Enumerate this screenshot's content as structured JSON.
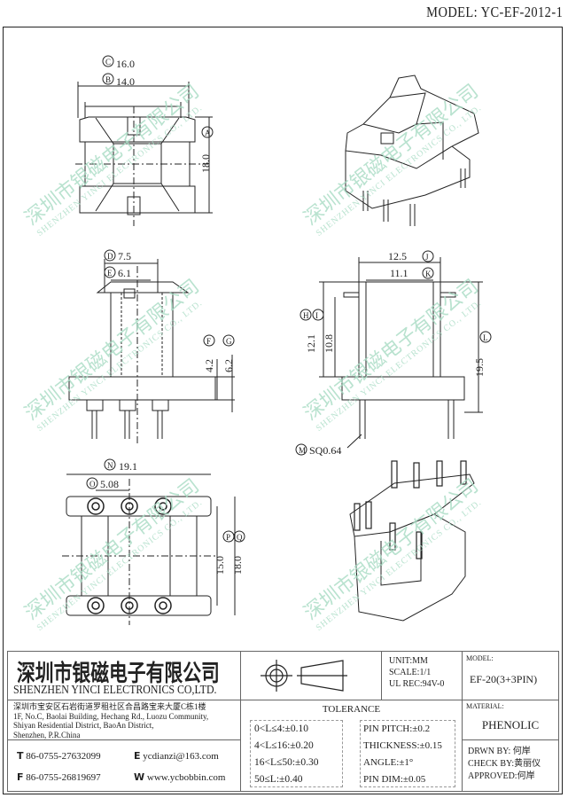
{
  "model_title": "MODEL: YC-EF-2012-1",
  "watermark": {
    "cn": "深圳市银磁电子有限公司",
    "en": "SHENZHEN YINCI ELECTRONICS CO., LTD."
  },
  "dimensions": {
    "C": "16.0",
    "B": "14.0",
    "A": "18.0",
    "D": "7.5",
    "E": "6.1",
    "F": "4.2",
    "G": "6.2",
    "J": "12.5",
    "K": "11.1",
    "H": "12.1",
    "I": "10.8",
    "L": "19.5",
    "M": "SQ0.64",
    "N": "19.1",
    "O": "5.08",
    "P": "15.0",
    "Q": "18.0"
  },
  "markers": {
    "A": "A",
    "B": "B",
    "C": "C",
    "D": "D",
    "E": "E",
    "F": "F",
    "G": "G",
    "H": "H",
    "I": "I",
    "J": "J",
    "K": "K",
    "L": "L",
    "M": "M",
    "N": "N",
    "O": "O",
    "P": "P",
    "Q": "Q"
  },
  "title_block": {
    "company_cn": "深圳市银磁电子有限公司",
    "company_en": "SHENZHEN YINCI ELECTRONICS CO,LTD.",
    "address": [
      "深圳市宝安区石岩街道罗租社区合昌路宝来大厦C栋1楼",
      "1F, No.C, Baolai Building, Hechang Rd., Luozu Community,",
      "Shiyan Residential District, BaoAn District,",
      "Shenzhen, P.R.China"
    ],
    "contact": {
      "t_label": "T",
      "t": "86-0755-27632099",
      "f_label": "F",
      "f": "86-0755-26819697",
      "e_label": "E",
      "e": "ycdianzi@163.com",
      "w_label": "W",
      "w": "www.ycbobbin.com"
    },
    "unit": "UNIT:MM",
    "scale": "SCALE:1/1",
    "ul": "UL REC:94V-0",
    "model_label": "MODEL:",
    "model": "EF-20(3+3PIN)",
    "material_label": "MATERIAL:",
    "material": "PHENOLIC",
    "tolerance_title": "TOLERANCE",
    "tolerance_left": [
      "0<L≤4:±0.10",
      "4<L≤16:±0.20",
      "16<L≤50:±0.30",
      "50≤L:±0.40"
    ],
    "tolerance_right": [
      "PIN PITCH:±0.2",
      "THICKNESS:±0.15",
      "ANGLE:±1°",
      "PIN DIM:±0.05"
    ],
    "drawn_by": "DRWN BY: 何岸",
    "check_by": "CHECK BY:黄丽仪",
    "approved": "APPROVED:何岸"
  }
}
